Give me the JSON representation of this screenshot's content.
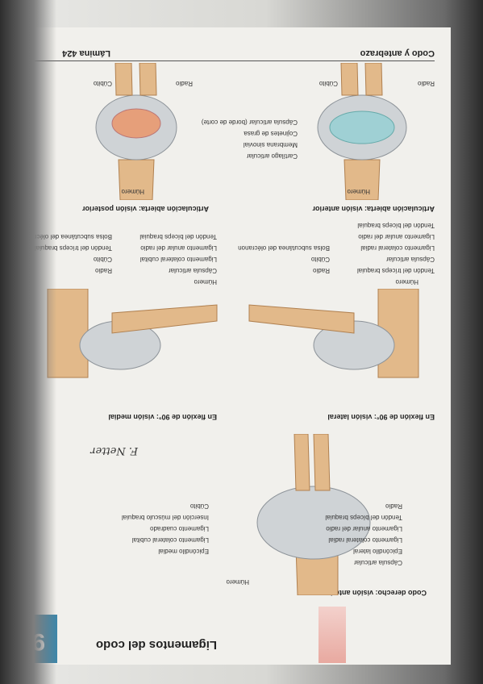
{
  "page": {
    "tab_number": "9",
    "chapter_title": "Ligamentos del codo",
    "running_head": "Codo y antebrazo",
    "lamina": "Lámina 424",
    "signature": "F. Netter"
  },
  "sections": {
    "anterior": {
      "title": "Codo derecho: visión anterior",
      "labels_left": [
        "Húmero",
        "Cápsula articular",
        "Epicóndilo lateral",
        "Ligamento colateral radial",
        "Ligamento anular del radio",
        "Tendón del bíceps braquial",
        "Radio"
      ],
      "labels_right": [
        "Epicóndilo medial",
        "Ligamento colateral cubital",
        "Ligamento cuadrado",
        "Inserción del músculo braquial",
        "Cúbito"
      ]
    },
    "lateral": {
      "title": "En flexión de 90°: visión lateral",
      "labels": [
        "Húmero",
        "Tendón del tríceps braquial",
        "Cápsula articular",
        "Ligamento colateral radial",
        "Ligamento anular del radio",
        "Tendón del bíceps braquial",
        "Radio",
        "Cúbito",
        "Bolsa subcutánea del olécranon"
      ]
    },
    "medial": {
      "title": "En flexión de 90°: visión medial",
      "labels": [
        "Húmero",
        "Cápsula articular",
        "Ligamento colateral cubital",
        "Ligamento anular del radio",
        "Tendón del bíceps braquial",
        "Radio",
        "Cúbito",
        "Tendón del tríceps braquial",
        "Bolsa subcutánea del olécranon"
      ]
    },
    "open_anterior": {
      "title": "Articulación abierta: visión anterior",
      "labels": [
        "Húmero",
        "Radio",
        "Cúbito"
      ]
    },
    "open_posterior": {
      "title": "Articulación abierta: visión posterior",
      "labels": [
        "Húmero",
        "Radio",
        "Cúbito"
      ]
    },
    "center_labels": [
      "Cartílago articular",
      "Membrana sinovial",
      "Cojinetes de grasa",
      "Cápsula articular (borde de corte)"
    ]
  },
  "colors": {
    "tab": "#3f86a8",
    "bone": "#e2b98a",
    "ligament": "#cfd3d6",
    "cartilage": "#9fd0d4"
  }
}
